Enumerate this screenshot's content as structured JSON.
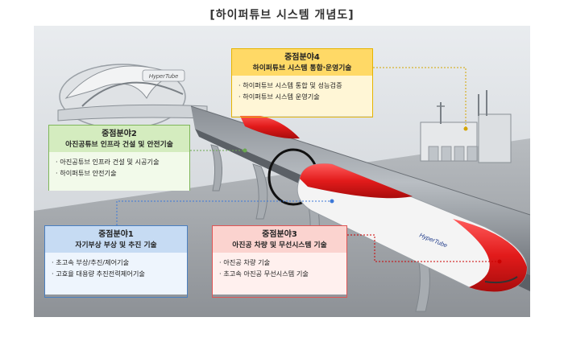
{
  "title": "[하이퍼튜브 시스템 개념도]",
  "labels": {
    "station_sign": "HyperTube",
    "train_logo": "HyperTube"
  },
  "areas": [
    {
      "id": "4",
      "heading": "중점분야4",
      "subtitle": "하이퍼튜브 시스템 통합·운영기술",
      "items": [
        "하이퍼튜브 시스템 통합 및 성능검증",
        "하이퍼튜브 시스템 운영기술"
      ],
      "color": "#ffd966"
    },
    {
      "id": "2",
      "heading": "중점분야2",
      "subtitle": "아진공튜브 인프라 건설 및 안전기술",
      "items": [
        "아진공튜브 인프라 건설 및 시공기술",
        "하이퍼튜브 안전기술"
      ],
      "color": "#d4ecbf"
    },
    {
      "id": "1",
      "heading": "중점분야1",
      "subtitle": "자기부상 부상 및 추진 기술",
      "items": [
        "초고속 부상/추진/제어기술",
        "고효율 대용량 추진전력제어기술"
      ],
      "color": "#c6dbf3"
    },
    {
      "id": "3",
      "heading": "중점분야3",
      "subtitle": "아진공 차량 및 무선시스템 기술",
      "items": [
        "아진공 차량 기술",
        "초고속 아진공 무선시스템 기술"
      ],
      "color": "#fbd3cf"
    }
  ]
}
